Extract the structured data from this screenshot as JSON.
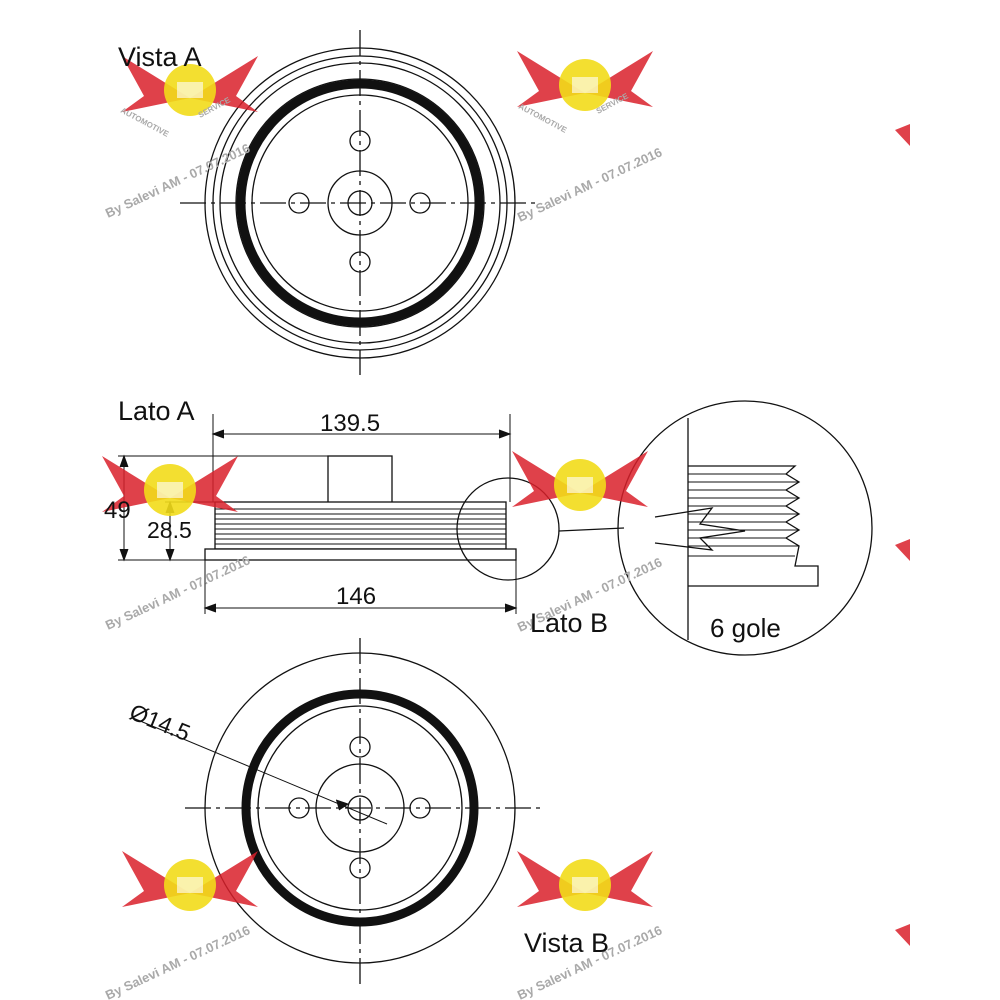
{
  "labels": {
    "vista_a": "Vista A",
    "vista_b": "Vista B",
    "lato_a": "Lato A",
    "lato_b": "Lato B",
    "grooves": "6 gole"
  },
  "dimensions": {
    "outer_diameter": "146",
    "groove_diameter": "139.5",
    "total_width": "49",
    "pulley_width": "28.5",
    "bore_diameter": "Ø14.5"
  },
  "watermark": {
    "credit": "By Salevi AM - 07.07.2016",
    "badge_left": "AUTOMOTIVE",
    "badge_right": "SERVICE"
  },
  "colors": {
    "line": "#111111",
    "watermark_red": "#d9202a",
    "watermark_yellow": "#f2dc1a",
    "watermark_text": "#a9a9a9"
  }
}
